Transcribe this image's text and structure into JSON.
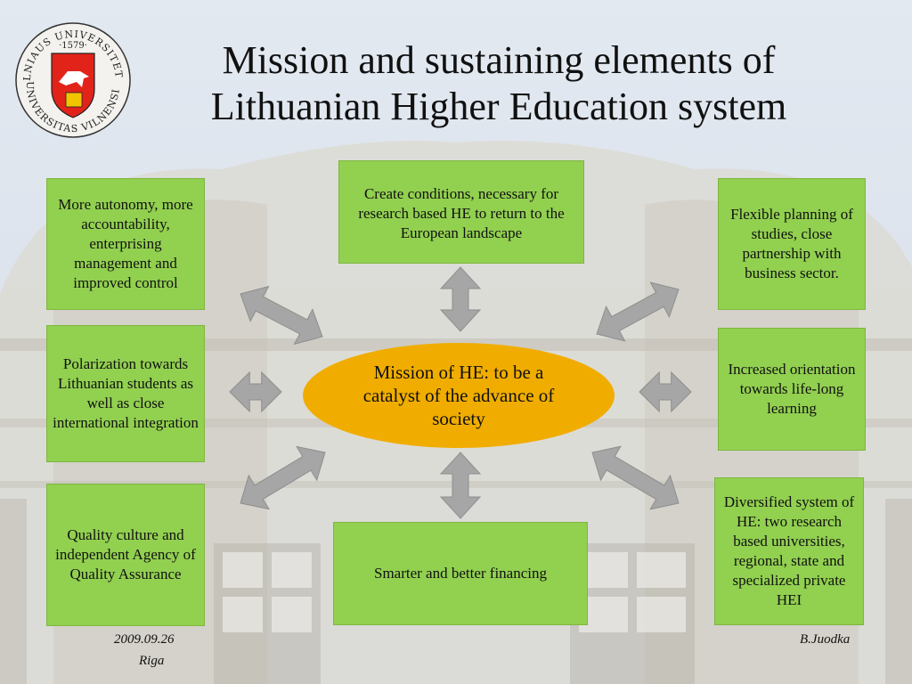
{
  "title": {
    "line1": "Mission and sustaining elements of",
    "line2": "Lithuanian Higher Education system"
  },
  "logo": {
    "text_top": "VILNIAUS UNIVERSITETAS",
    "year": "1579",
    "text_bottom": "UNIVERSITAS VILNENSIS"
  },
  "center": "Mission of  HE: to be a catalyst of  the advance of  society",
  "boxes": {
    "autonomy": "More autonomy, more accountability, enterprising management and improved control",
    "research": "Create conditions, necessary for research based HE to return to the European landscape",
    "planning": "Flexible planning of  studies, close partnership with business sector.",
    "polarization": "Polarization towards Lithuanian students as well as close international integration",
    "lifelong": "Increased orientation towards life-long learning",
    "quality": "Quality culture and independent Agency of  Quality Assurance",
    "financing": "Smarter and better financing",
    "diversified": "Diversified system of  HE: two research based universities, regional, state and specialized private HEI"
  },
  "footer": {
    "date": "2009.09.26",
    "place": "Riga",
    "author": "B.Juodka"
  },
  "colors": {
    "box": "#92d050",
    "center": "#f0ad00",
    "arrow": "#a6a6a6",
    "logo_red": "#e2231a"
  }
}
